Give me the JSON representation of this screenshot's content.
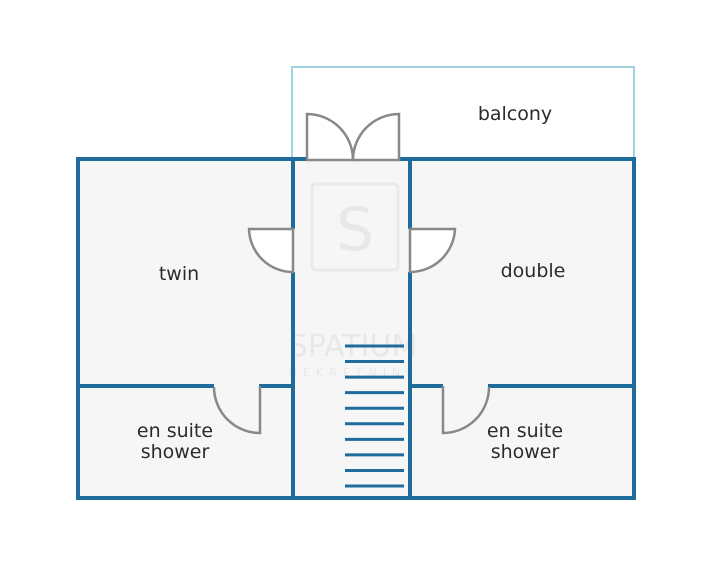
{
  "rooms": {
    "balcony": {
      "label": "balcony"
    },
    "twin": {
      "label": "twin"
    },
    "double": {
      "label": "double"
    },
    "ensuite_left": {
      "line1": "en suite",
      "line2": "shower"
    },
    "ensuite_right": {
      "line1": "en suite",
      "line2": "shower"
    }
  },
  "watermark": {
    "logo_letter": "S",
    "name": "SPATIUM",
    "subtitle": "NEKRETNINE"
  },
  "colors": {
    "wall": "#1e6c9c",
    "interior_wall": "#888888",
    "balcony_outline": "#9fd3e0",
    "floor": "#f6f6f6",
    "stair_step": "#1e6c9c"
  },
  "stairs": {
    "step_count": 10
  }
}
